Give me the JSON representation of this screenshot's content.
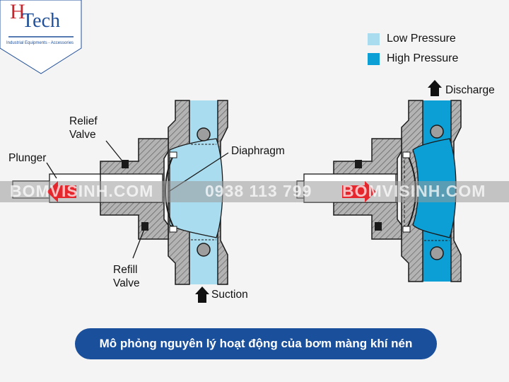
{
  "logo": {
    "letter_h": "H",
    "word": "Tech",
    "tagline": "Industrial Equipments - Accessories"
  },
  "legend": [
    {
      "label": "Low Pressure",
      "color": "#a9dcee"
    },
    {
      "label": "High Pressure",
      "color": "#0b9fd6"
    }
  ],
  "labels": {
    "plunger": "Plunger",
    "relief_valve": [
      "Relief",
      "Valve"
    ],
    "diaphragm": "Diaphragm",
    "refill_valve": [
      "Refill",
      "Valve"
    ],
    "suction": "Suction",
    "discharge": "Discharge"
  },
  "watermark": {
    "site_left": "BOMVISINH.COM",
    "phone": "0938 113 799",
    "site_right": "BOMVISINH.COM"
  },
  "caption": "Mô phỏng nguyên lý hoạt động của bơm màng khí nén",
  "colors": {
    "housing": "#b3b3b3",
    "outline": "#1a1a1a",
    "arrow": "#e5262c",
    "caption_bg": "#1a4f9c",
    "watermark_band": "#9a9a9a"
  }
}
